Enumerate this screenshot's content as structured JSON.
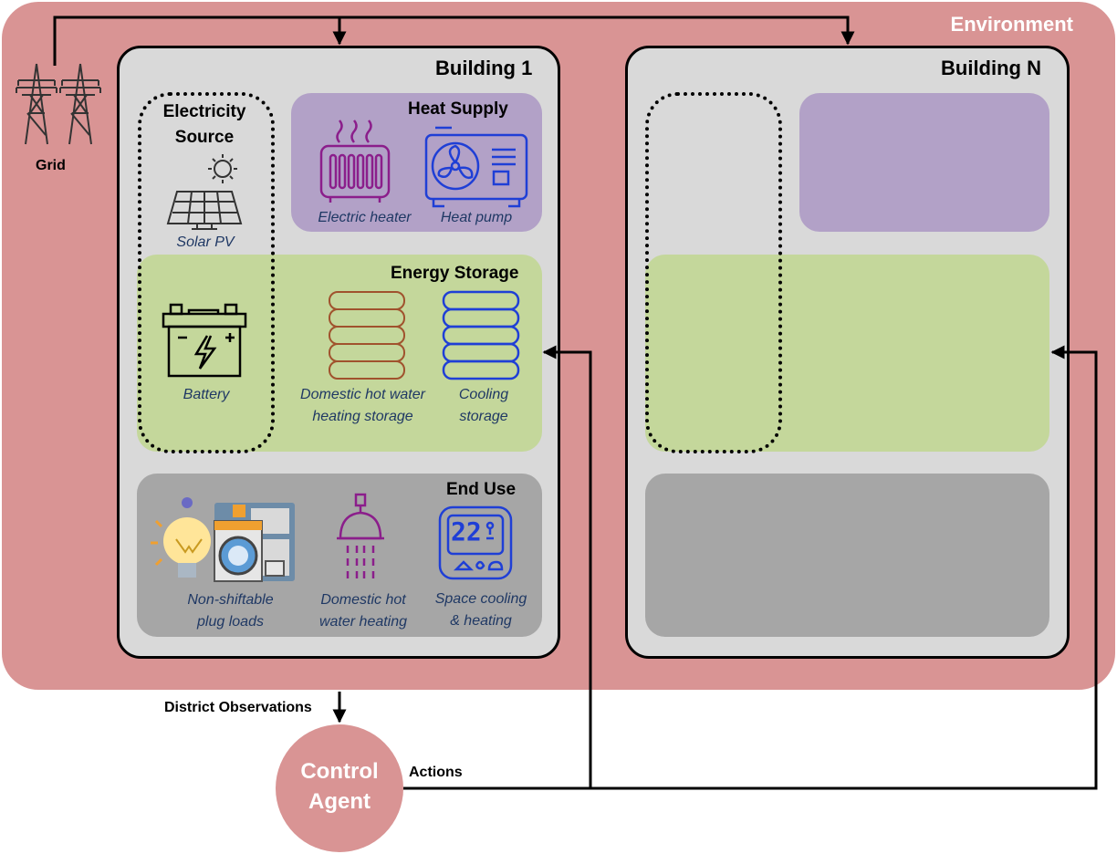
{
  "environment": {
    "title": "Environment"
  },
  "grid": {
    "label": "Grid",
    "icon": "power-tower-icon"
  },
  "building1": {
    "title": "Building 1",
    "electricity_source": {
      "title_line1": "Electricity",
      "title_line2": "Source"
    },
    "heat_supply": {
      "title": "Heat Supply",
      "electric_heater": "Electric heater",
      "heat_pump": "Heat pump"
    },
    "solar_pv": "Solar PV",
    "energy_storage": {
      "title": "Energy Storage",
      "battery": "Battery",
      "dhw_line1": "Domestic hot water",
      "dhw_line2": "heating storage",
      "cool_line1": "Cooling",
      "cool_line2": "storage"
    },
    "end_use": {
      "title": "End Use",
      "plug_line1": "Non-shiftable",
      "plug_line2": "plug loads",
      "dhw_line1": "Domestic hot",
      "dhw_line2": "water heating",
      "space_line1": "Space cooling",
      "space_line2": "& heating",
      "thermostat_display": "22"
    }
  },
  "buildingN": {
    "title": "Building N"
  },
  "district_observations": "District Observations",
  "actions": "Actions",
  "control_agent": {
    "line1": "Control",
    "line2": "Agent"
  },
  "colors": {
    "environment": "#d99494",
    "building": "#d9d9d9",
    "heat_supply": "#b2a1c7",
    "energy_storage": "#c4d79b",
    "end_use": "#a6a6a6",
    "label_text": "#1f3864",
    "heater": "#8b1e8b",
    "heat_pump": "#1f3fd6",
    "dhw_storage": "#a0522d",
    "cooling_storage": "#1f3fd6"
  }
}
